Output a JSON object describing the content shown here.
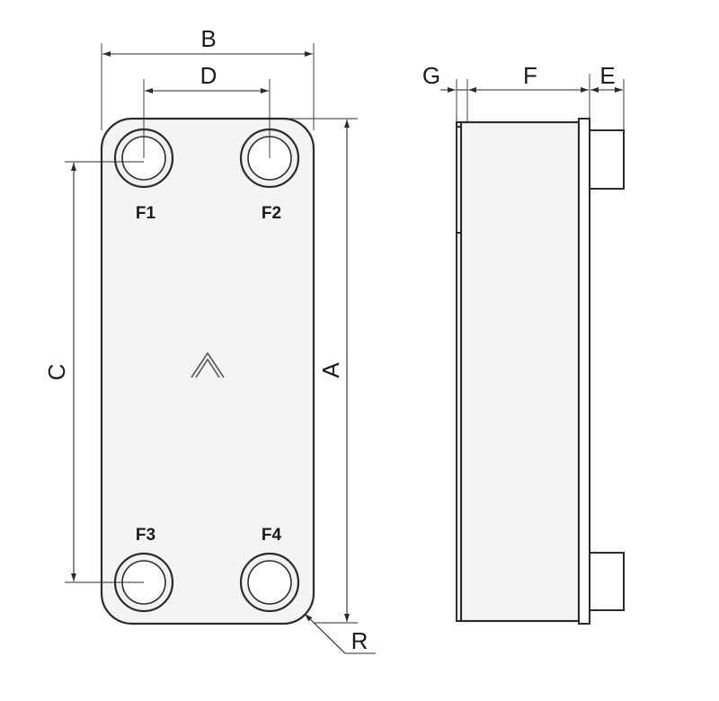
{
  "dimensions": {
    "A": "A",
    "B": "B",
    "C": "C",
    "D": "D",
    "E": "E",
    "F": "F",
    "G": "G",
    "R": "R"
  },
  "ports": {
    "f1": "F1",
    "f2": "F2",
    "f3": "F3",
    "f4": "F4"
  }
}
